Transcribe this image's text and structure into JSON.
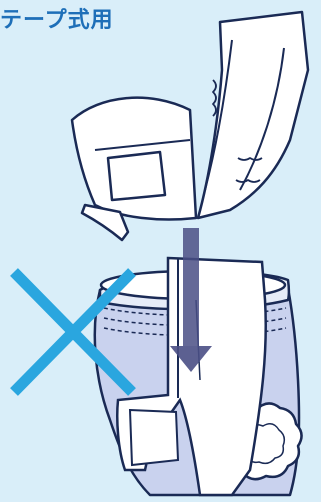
{
  "caption": "テープ式用",
  "colors": {
    "background": "#d9eef9",
    "caption": "#1e6fb8",
    "outline": "#1a2a55",
    "arrow": "#4a4f85",
    "cross": "#2aa6df",
    "diaper_fill": "#c9d2ee",
    "pad_fill": "#ffffff"
  },
  "icons": [
    "incontinence-pad",
    "pants-diaper",
    "insert-arrow",
    "prohibition-cross"
  ]
}
